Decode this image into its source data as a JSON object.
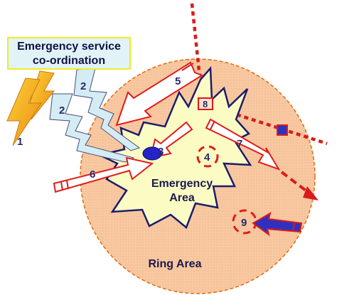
{
  "coordination": {
    "line1": "Emergency service",
    "line2": "co-ordination"
  },
  "areas": {
    "emergency_line1": "Emergency",
    "emergency_line2": "Area",
    "ring": "Ring Area"
  },
  "markers": {
    "m1": "1",
    "m2a": "2",
    "m2b": "2",
    "m3": "3",
    "m4": "4",
    "m5": "5",
    "m6": "6",
    "m7": "7",
    "m8": "8",
    "m9": "9"
  },
  "colors": {
    "ring_fill": "#f8c8a0",
    "ring_border": "#e36a10",
    "emergency_fill": "#fbfbc4",
    "emergency_border": "#1c1c6b",
    "arrow_stroke": "#e01b1b",
    "bolt_orange": "#f2a516",
    "bolt_blue": "#d4ecf4",
    "box_fill": "#e2f3f8",
    "box_border": "#f2ea2a",
    "blue_arrow": "#3030c0"
  }
}
